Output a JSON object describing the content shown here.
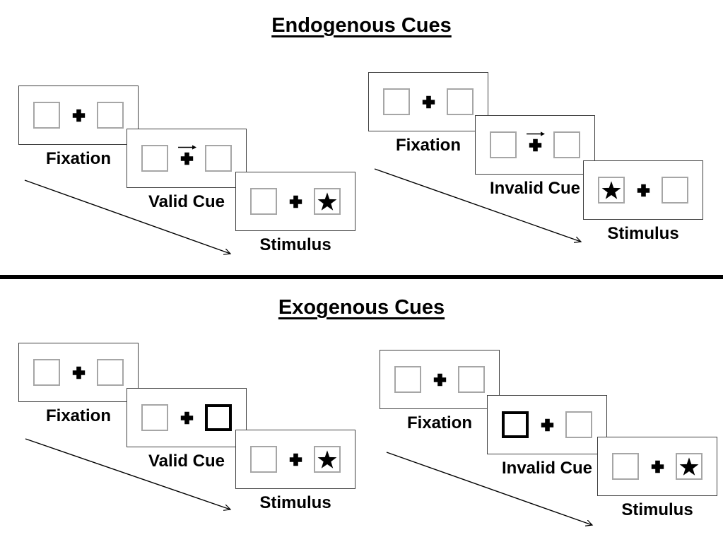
{
  "colors": {
    "ink": "#000000",
    "panel_border": "#3f3f3f",
    "box_border": "#a6a6a6",
    "background": "#ffffff"
  },
  "icons": {
    "fixation_cross": "✚",
    "cue_arrow": "→",
    "star": "★"
  },
  "sections": [
    {
      "title": "Endogenous Cues",
      "groups": [
        {
          "name": "valid",
          "panels": [
            {
              "label": "Fixation",
              "left_box": "empty",
              "center": "fixation-cross",
              "right_box": "empty"
            },
            {
              "label": "Valid Cue",
              "left_box": "empty",
              "center": "fixation-cross-with-right-arrow",
              "right_box": "empty"
            },
            {
              "label": "Stimulus",
              "left_box": "empty",
              "center": "fixation-cross",
              "right_box": "star"
            }
          ]
        },
        {
          "name": "invalid",
          "panels": [
            {
              "label": "Fixation",
              "left_box": "empty",
              "center": "fixation-cross",
              "right_box": "empty"
            },
            {
              "label": "Invalid Cue",
              "left_box": "empty",
              "center": "fixation-cross-with-right-arrow",
              "right_box": "empty"
            },
            {
              "label": "Stimulus",
              "left_box": "star",
              "center": "fixation-cross",
              "right_box": "empty"
            }
          ]
        }
      ]
    },
    {
      "title": "Exogenous Cues",
      "groups": [
        {
          "name": "valid",
          "panels": [
            {
              "label": "Fixation",
              "left_box": "empty",
              "center": "fixation-cross",
              "right_box": "empty"
            },
            {
              "label": "Valid Cue",
              "left_box": "empty",
              "center": "fixation-cross",
              "right_box": "highlighted"
            },
            {
              "label": "Stimulus",
              "left_box": "empty",
              "center": "fixation-cross",
              "right_box": "star"
            }
          ]
        },
        {
          "name": "invalid",
          "panels": [
            {
              "label": "Fixation",
              "left_box": "empty",
              "center": "fixation-cross",
              "right_box": "empty"
            },
            {
              "label": "Invalid Cue",
              "left_box": "highlighted",
              "center": "fixation-cross",
              "right_box": "empty"
            },
            {
              "label": "Stimulus",
              "left_box": "empty",
              "center": "fixation-cross",
              "right_box": "star"
            }
          ]
        }
      ]
    }
  ]
}
